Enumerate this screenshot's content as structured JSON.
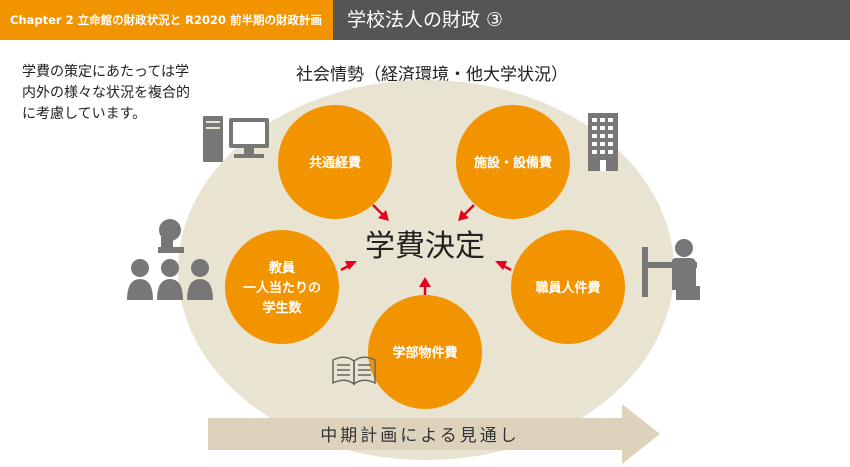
{
  "header": {
    "chapter": "Chapter 2 立命館の財政状況と R2020 前半期の財政計画",
    "title": "学校法人の財政 ③"
  },
  "note": "学費の策定にあたっては学内外の様々な状況を複合的に考慮しています。",
  "diagram": {
    "context_title": "社会情勢（経済環境・他大学状況）",
    "center": "学費決定",
    "circles": {
      "common": "共通経費",
      "facility": "施設・設備費",
      "faculty_l1": "教員",
      "faculty_l2": "一人当たりの",
      "faculty_l3": "学生数",
      "staff": "職員人件費",
      "department": "学部物件費"
    },
    "bottom_arrow": "中期計画による見通し"
  },
  "colors": {
    "accent_orange": "#f29400",
    "header_gray": "#555555",
    "ellipse_beige": "#e9e4d2",
    "arrow_beige": "#ddd3bd",
    "arrow_red": "#e6001e",
    "icon_gray": "#777777"
  }
}
